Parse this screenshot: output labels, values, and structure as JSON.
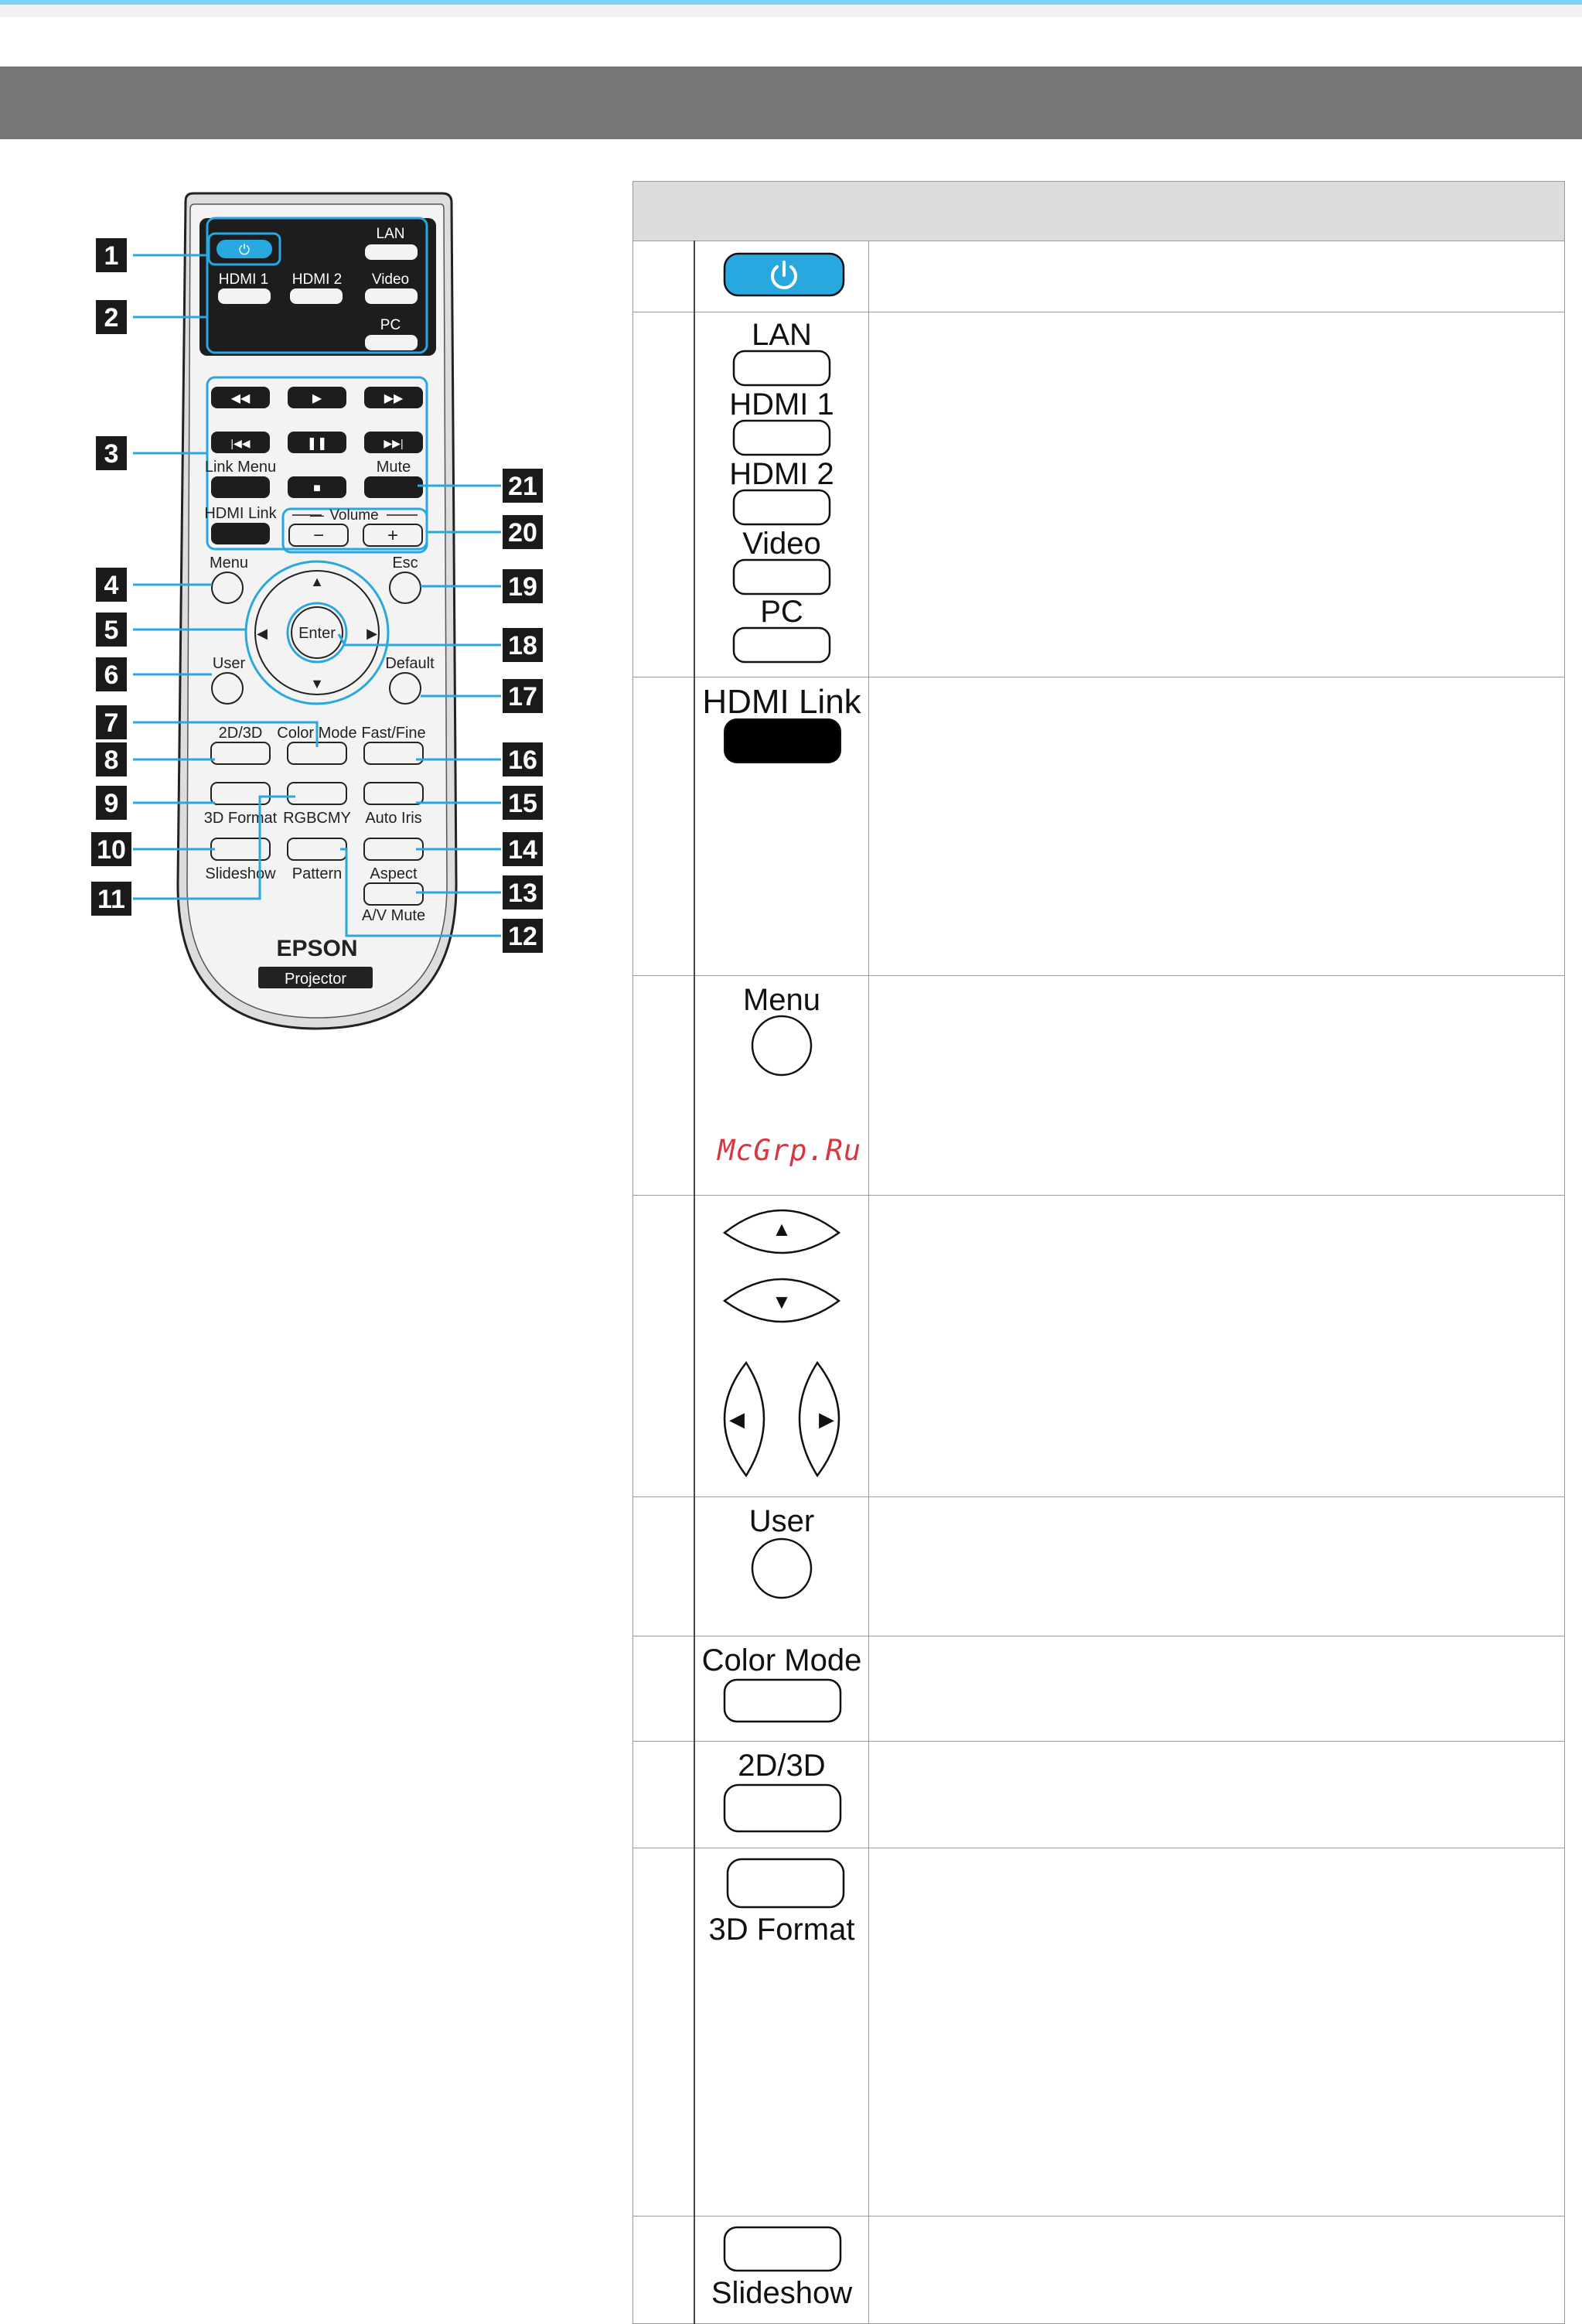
{
  "remote": {
    "brand": "EPSON",
    "model": "Projector",
    "callouts": [
      "1",
      "2",
      "3",
      "4",
      "5",
      "6",
      "7",
      "8",
      "9",
      "10",
      "11",
      "12",
      "13",
      "14",
      "15",
      "16",
      "17",
      "18",
      "19",
      "20",
      "21"
    ],
    "buttons": {
      "lan": "LAN",
      "hdmi1": "HDMI 1",
      "hdmi2": "HDMI 2",
      "video": "Video",
      "pc": "PC",
      "link_menu": "Link Menu",
      "mute": "Mute",
      "hdmi_link": "HDMI Link",
      "volume": "Volume",
      "vol_minus": "−",
      "vol_plus": "+",
      "menu": "Menu",
      "esc": "Esc",
      "enter": "Enter",
      "user": "User",
      "default": "Default",
      "two_d_three_d": "2D/3D",
      "color_mode": "Color Mode",
      "fast_fine": "Fast/Fine",
      "three_d_format": "3D Format",
      "rgbcmy": "RGBCMY",
      "auto_iris": "Auto Iris",
      "slideshow": "Slideshow",
      "pattern": "Pattern",
      "aspect": "Aspect",
      "av_mute": "A/V Mute"
    }
  },
  "table": {
    "rows": [
      {
        "labels": []
      },
      {
        "labels": [
          "LAN",
          "HDMI 1",
          "HDMI 2",
          "Video",
          "PC"
        ]
      },
      {
        "labels": [
          "HDMI Link"
        ]
      },
      {
        "labels": [
          "Menu"
        ]
      },
      {
        "labels": []
      },
      {
        "labels": [
          "User"
        ]
      },
      {
        "labels": [
          "Color Mode"
        ]
      },
      {
        "labels": [
          "2D/3D"
        ]
      },
      {
        "labels": [
          "3D Format"
        ]
      },
      {
        "labels": [
          "Slideshow"
        ]
      }
    ]
  },
  "watermark": "McGrp.Ru",
  "colors": {
    "accent_blue": "#29a8e0",
    "callout_fill": "#1a1a1a",
    "header_bar": "#777777"
  }
}
